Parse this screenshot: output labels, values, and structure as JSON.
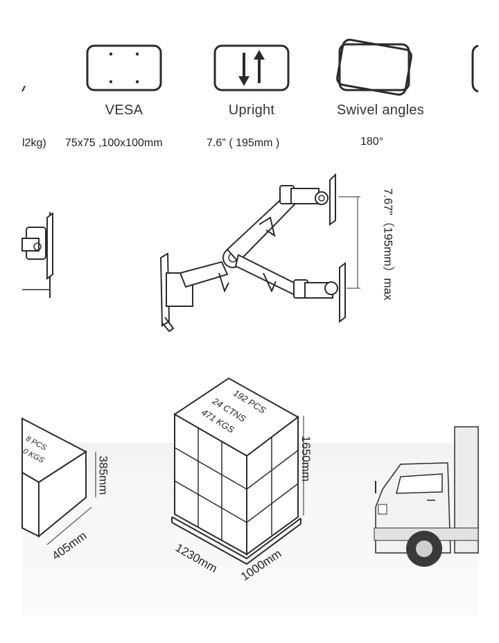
{
  "features": [
    {
      "label": "VESA",
      "icon": "vesa-plate-icon",
      "value": "75x75 ,100x100mm"
    },
    {
      "label": "Upright",
      "icon": "upright-arrows-icon",
      "value": "7.6\" ( 195mm )"
    },
    {
      "label": "Swivel angles",
      "icon": "swivel-rectangles-icon",
      "value": "180°"
    }
  ],
  "partial_value_left": "l2kg)",
  "arm_diagram": {
    "height_label": "7.67\"（195mm）max"
  },
  "carton": {
    "lines": [
      "8 PCS",
      "0 KGS"
    ],
    "height": "385mm",
    "width": "405mm"
  },
  "pallet": {
    "lines": [
      "192 PCS",
      "24 CTNS",
      "471 KGS"
    ],
    "height": "1650mm",
    "length": "1230mm",
    "width": "1000mm"
  },
  "colors": {
    "line": "#2b2b2b",
    "truck_body": "#e9e9e9"
  }
}
